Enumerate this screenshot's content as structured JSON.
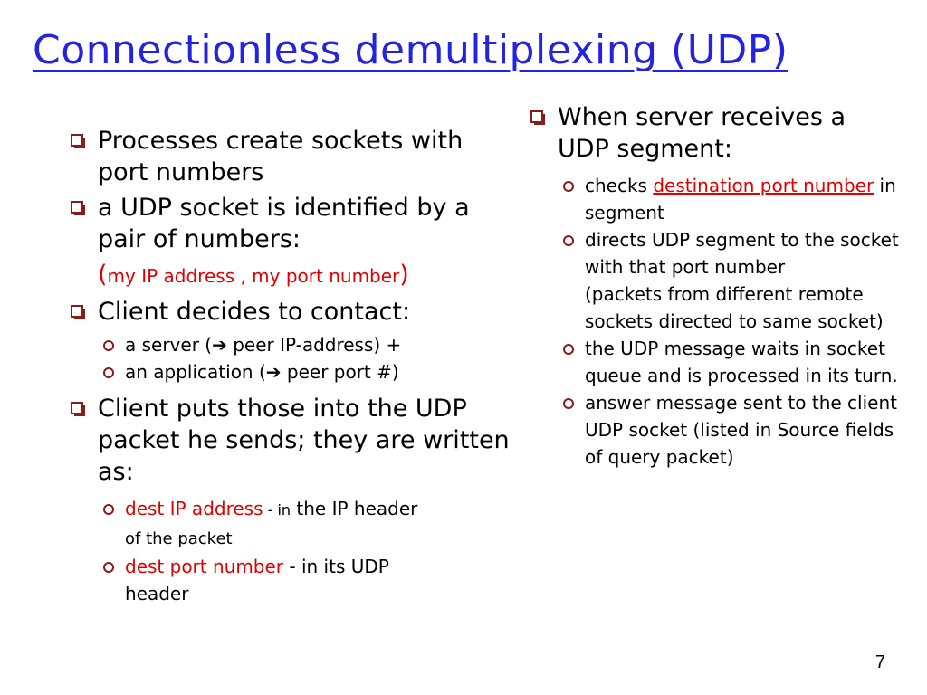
{
  "slide": {
    "title": "Connectionless demultiplexing (UDP)",
    "page_number": "7"
  },
  "left": {
    "b1": "Processes create sockets with port numbers",
    "b2": "a UDP socket is identified by a pair of numbers:",
    "tuple_open": "(",
    "tuple_text": "my IP address , my port number",
    "tuple_close": ")",
    "b3": "Client decides to contact:",
    "b3_s1": "a server (➔ peer IP-address) +",
    "b3_s2": "an application (➔ peer port #)",
    "b4": "Client puts those into the UDP packet he sends; they are written as:",
    "b4_s1_red": "dest IP address",
    "b4_s1_rest_a": " - in",
    "b4_s1_rest_b": " the IP header",
    "b4_s1_rest_c": " of the packet",
    "b4_s2_red": "dest port number",
    "b4_s2_rest": " - in its UDP header"
  },
  "right": {
    "b1": "When server receives a UDP segment:",
    "s1_pre": "checks ",
    "s1_red": "destination port number",
    "s1_post": " in segment",
    "s2": "directs UDP segment to the socket with that port number",
    "s2_paren": "(packets from different remote sockets directed to same socket)",
    "s3": "the UDP message waits in socket queue and is processed in its turn.",
    "s4": "answer message sent to the client UDP socket (listed in Source fields of query packet)"
  },
  "colors": {
    "title": "#2323e0",
    "highlight": "#e00000",
    "bullet": "#8b1a1a"
  }
}
